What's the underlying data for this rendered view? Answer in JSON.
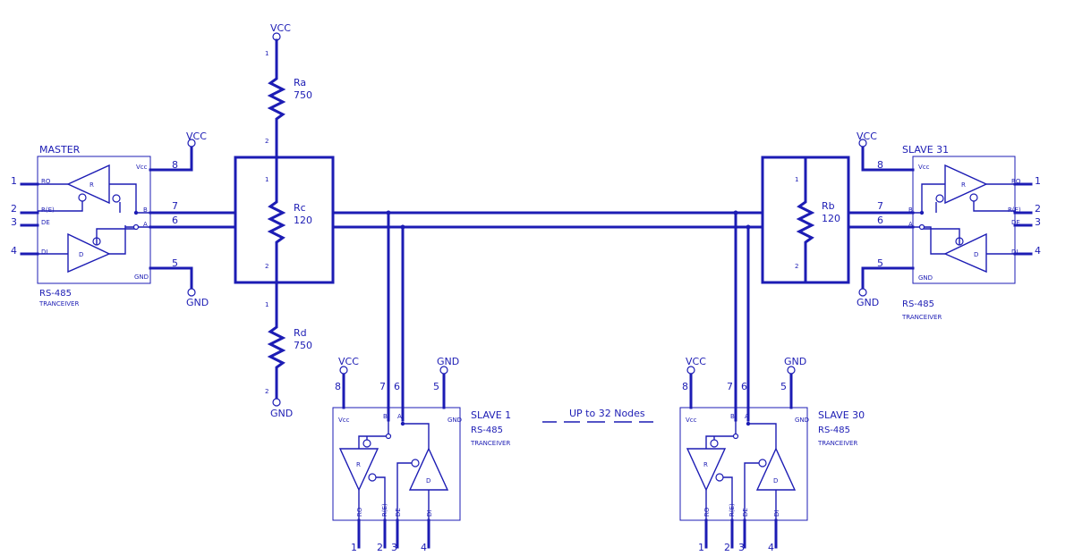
{
  "master": {
    "title": "MASTER",
    "chip_line1": "RS-485",
    "chip_line2": "TRANCEIVER",
    "pins": {
      "ro": "RO",
      "re": "R(E)",
      "de": "DE",
      "di": "DI",
      "vcc": "Vcc",
      "gnd": "GND",
      "b": "B",
      "a": "A",
      "r": "R",
      "d": "D"
    },
    "ext": [
      "1",
      "2",
      "3",
      "4"
    ],
    "side": [
      "8",
      "7",
      "6",
      "5"
    ]
  },
  "slave31": {
    "title": "SLAVE 31",
    "chip_line1": "RS-485",
    "chip_line2": "TRANCEIVER",
    "pins": {
      "ro": "RO",
      "re": "R(E)",
      "de": "DE",
      "di": "DI",
      "vcc": "Vcc",
      "gnd": "GND",
      "b": "B",
      "a": "A",
      "r": "R",
      "d": "D"
    },
    "ext": [
      "1",
      "2",
      "3",
      "4"
    ],
    "side": [
      "8",
      "7",
      "6",
      "5"
    ]
  },
  "slave1": {
    "title": "SLAVE 1",
    "chip_line1": "RS-485",
    "chip_line2": "TRANCEIVER",
    "pins": {
      "vcc": "Vcc",
      "b": "B",
      "a": "A",
      "gnd": "GND",
      "ro": "RO",
      "re": "R(E)",
      "de": "DE",
      "di": "DI",
      "r": "R",
      "d": "D"
    },
    "top": [
      "8",
      "7",
      "6",
      "5"
    ],
    "bottom": [
      "1",
      "2",
      "3",
      "4"
    ]
  },
  "slave30": {
    "title": "SLAVE 30",
    "chip_line1": "RS-485",
    "chip_line2": "TRANCEIVER",
    "pins": {
      "vcc": "Vcc",
      "b": "B",
      "a": "A",
      "gnd": "GND",
      "ro": "RO",
      "re": "R(E)",
      "de": "DE",
      "di": "DI",
      "r": "R",
      "d": "D"
    },
    "top": [
      "8",
      "7",
      "6",
      "5"
    ],
    "bottom": [
      "1",
      "2",
      "3",
      "4"
    ]
  },
  "power": {
    "vcc": "VCC",
    "gnd": "GND"
  },
  "resistors": {
    "ra": {
      "name": "Ra",
      "value": "750",
      "pin1": "1",
      "pin2": "2"
    },
    "rc": {
      "name": "Rc",
      "value": "120",
      "pin1": "1",
      "pin2": "2"
    },
    "rd": {
      "name": "Rd",
      "value": "750",
      "pin1": "1",
      "pin2": "2"
    },
    "rb": {
      "name": "Rb",
      "value": "120",
      "pin1": "1",
      "pin2": "2"
    }
  },
  "nodes_note": "UP to 32 Nodes",
  "colors": {
    "ink": "#1c1cb4",
    "background": "#ffffff"
  }
}
